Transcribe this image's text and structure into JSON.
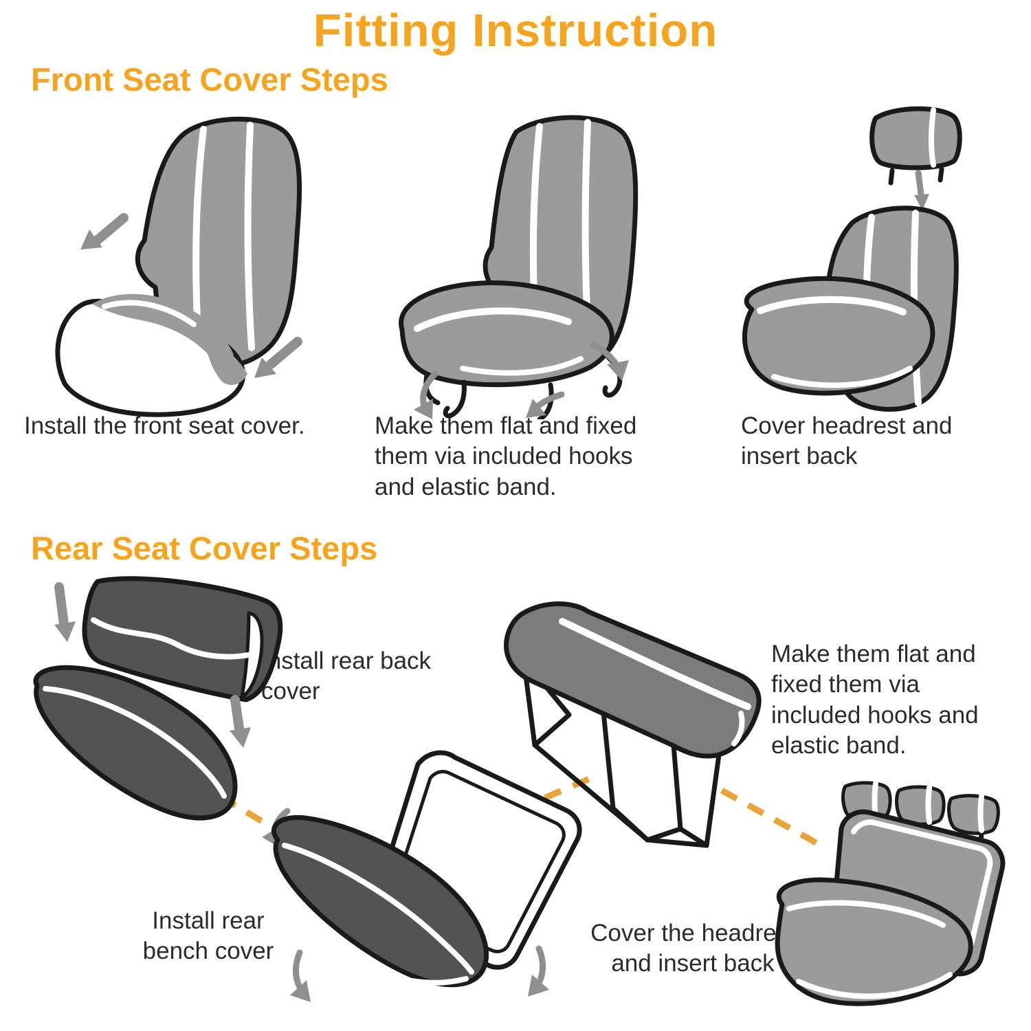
{
  "page": {
    "title": "Fitting Instruction"
  },
  "colors": {
    "accent": "#F6A41E",
    "dashed": "#E8A33B",
    "text": "#2B2B2B",
    "ink": "#1A1A1A",
    "seat_gray": "#9B9B9B",
    "seat_dark": "#535353",
    "seat_mid": "#7C7C7C",
    "arrow_gray": "#8F8F8F"
  },
  "front_section": {
    "heading": "Front Seat Cover Steps",
    "steps": [
      {
        "caption": "Install the front seat cover."
      },
      {
        "caption": "Make them flat and fixed\nthem via included hooks\nand elastic band."
      },
      {
        "caption": "Cover headrest and\ninsert back"
      }
    ]
  },
  "rear_section": {
    "heading": "Rear Seat Cover Steps",
    "steps": [
      {
        "caption": "Install rear back\ncover"
      },
      {
        "caption": "Make them flat and\nfixed them via\nincluded hooks and\nelastic band."
      },
      {
        "caption": "Install rear\nbench cover"
      },
      {
        "caption": "Cover the headrest\nand insert back"
      }
    ]
  }
}
